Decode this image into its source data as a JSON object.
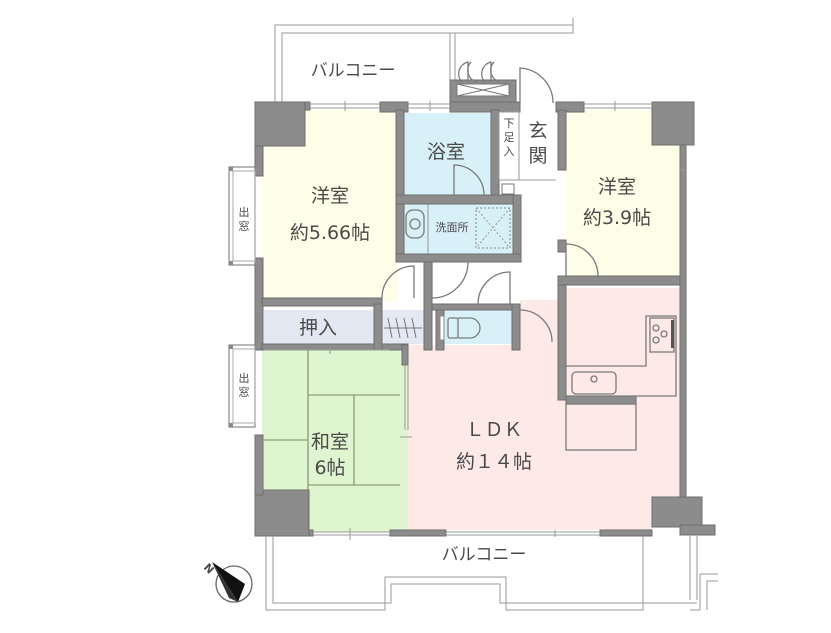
{
  "floorplan": {
    "colors": {
      "western_room": "#fdfde8",
      "bath": "#d8f0f8",
      "storage": "#e4e8f2",
      "japanese_room": "#dff5cf",
      "ldk": "#fdeae6",
      "wall": "#8c8c8c",
      "hall": "#ffffff"
    },
    "rooms": {
      "western_room_1": {
        "name": "洋室",
        "size": "約5.66帖"
      },
      "western_room_2": {
        "name": "洋室",
        "size": "約3.9帖"
      },
      "bathroom": {
        "name": "浴室"
      },
      "washroom": {
        "name": "洗面所"
      },
      "entrance": {
        "name": "玄関"
      },
      "shoe_closet": {
        "name": "下足入"
      },
      "closet": {
        "name": "押入"
      },
      "japanese_room": {
        "name": "和室",
        "size": "6帖"
      },
      "ldk": {
        "name": "ＬＤＫ",
        "size": "約１４帖"
      }
    },
    "bay_window_labels": {
      "upper": "出窓",
      "lower": "出窓"
    },
    "balconies": {
      "north": "バルコニー",
      "south": "バルコニー"
    },
    "compass": {
      "label": "N"
    }
  }
}
